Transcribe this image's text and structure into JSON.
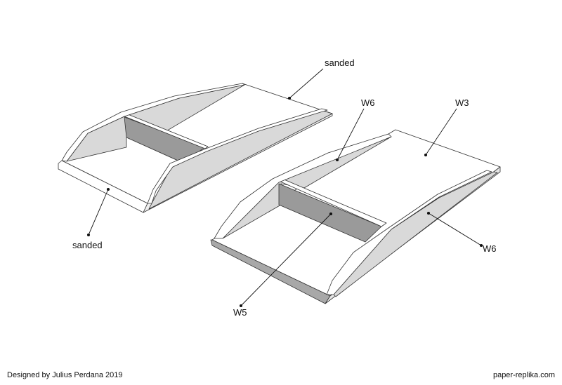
{
  "labels": {
    "sanded_top": "sanded",
    "w6_top": "W6",
    "w3": "W3",
    "w6_right": "W6",
    "w5": "W5",
    "sanded_bottom": "sanded"
  },
  "footer": {
    "credit": "Designed by Julius Perdana 2019",
    "site": "paper-replika.com"
  },
  "colors": {
    "face_white": "#ffffff",
    "wall_gray": "#d9d9d9",
    "panel_dark": "#9a9a9a",
    "edge_dark": "#a8a8a8",
    "stroke": "#333333"
  }
}
